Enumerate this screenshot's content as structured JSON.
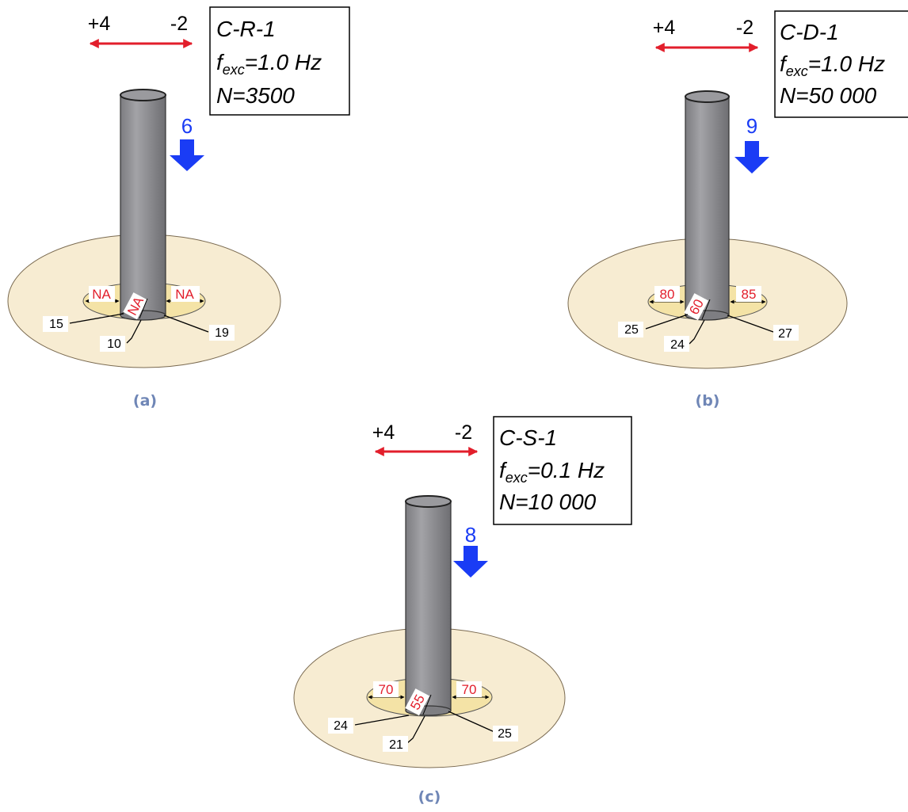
{
  "panels": [
    {
      "id": "a",
      "caption": "(a)",
      "direction": {
        "left": "+4",
        "right": "-2"
      },
      "box": {
        "test_id": "C-R-1",
        "f_symbol": "f",
        "f_sub": "exc",
        "f_value": "=1.0 Hz",
        "n_text": "N=3500"
      },
      "load": "6",
      "gap_left": "NA",
      "gap_right": "NA",
      "gap_front": "NA",
      "left_label": "15",
      "front_label": "10",
      "right_label": "19"
    },
    {
      "id": "b",
      "caption": "(b)",
      "direction": {
        "left": "+4",
        "right": "-2"
      },
      "box": {
        "test_id": "C-D-1",
        "f_symbol": "f",
        "f_sub": "exc",
        "f_value": "=1.0 Hz",
        "n_text": "N=50 000"
      },
      "load": "9",
      "gap_left": "80",
      "gap_right": "85",
      "gap_front": "60",
      "left_label": "25",
      "front_label": "24",
      "right_label": "27"
    },
    {
      "id": "c",
      "caption": "(c)",
      "direction": {
        "left": "+4",
        "right": "-2"
      },
      "box": {
        "test_id": "C-S-1",
        "f_symbol": "f",
        "f_sub": "exc",
        "f_value": "=0.1 Hz",
        "n_text": "N=10 000"
      },
      "load": "8",
      "gap_left": "70",
      "gap_right": "70",
      "gap_front": "55",
      "left_label": "24",
      "front_label": "21",
      "right_label": "25"
    }
  ],
  "colors": {
    "soil_outer": "#f7ecd2",
    "soil_inner": "#f4e3a6",
    "pile": "#8f8f93",
    "load_arrow": "#1a3cf5",
    "direction_arrow": "#e21e2b",
    "gap_label": "#e21e2b",
    "caption": "#6f86b6"
  }
}
